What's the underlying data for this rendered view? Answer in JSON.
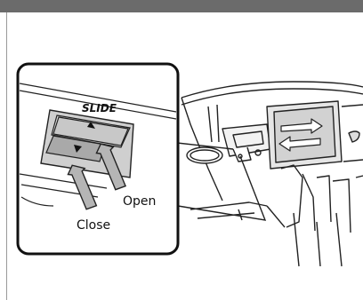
{
  "callout": {
    "switch_label": "SLIDE",
    "open_label": "Open",
    "close_label": "Close"
  }
}
